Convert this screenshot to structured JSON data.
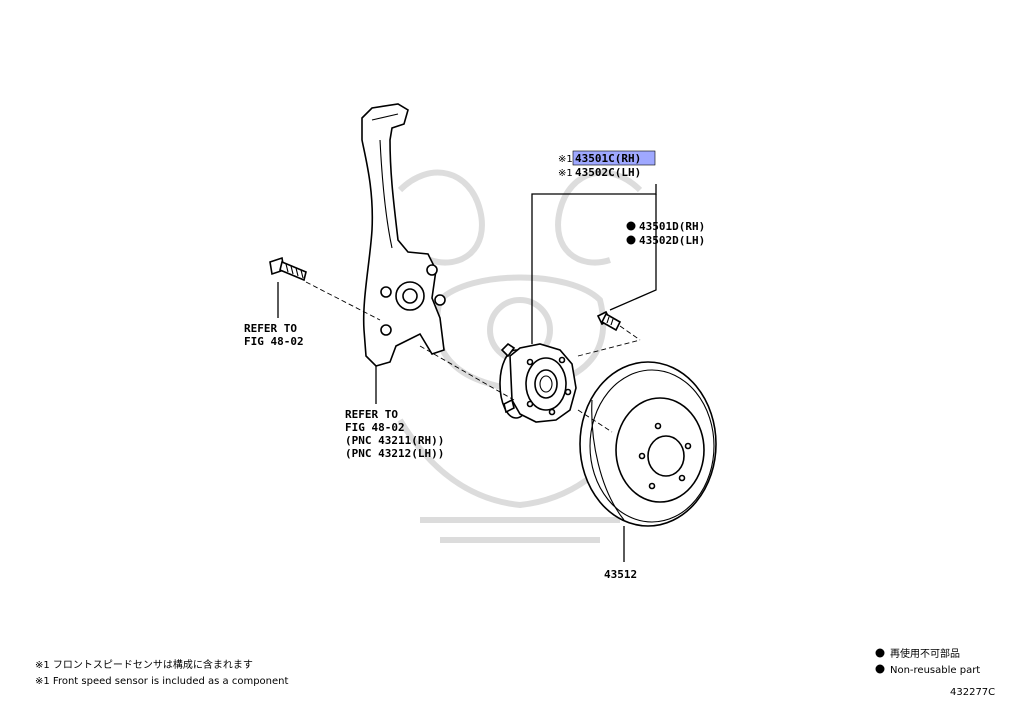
{
  "callouts": {
    "hub_rh": "43501C(RH)",
    "hub_lh": "43502C(LH)",
    "hub_marker": "※1",
    "bolt_rh": "43501D(RH)",
    "bolt_lh": "43502D(LH)",
    "rotor": "43512",
    "knuckle_bolt_refer": [
      "REFER TO",
      "FIG 48-02"
    ],
    "knuckle_refer": [
      "REFER TO",
      "FIG 48-02",
      "(PNC 43211(RH))",
      "(PNC 43212(LH))"
    ]
  },
  "footnotes": {
    "note_jp": "※1 フロントスピードセンサは構成に含まれます",
    "note_en": "※1 Front speed sensor is included  as a component"
  },
  "legend": {
    "jp": "再使用不可部品",
    "en": "Non-reusable part"
  },
  "figure_id": "432277C",
  "colors": {
    "highlight": "#9fa8ff",
    "line": "#000000",
    "watermark": "#d9d9d9"
  }
}
